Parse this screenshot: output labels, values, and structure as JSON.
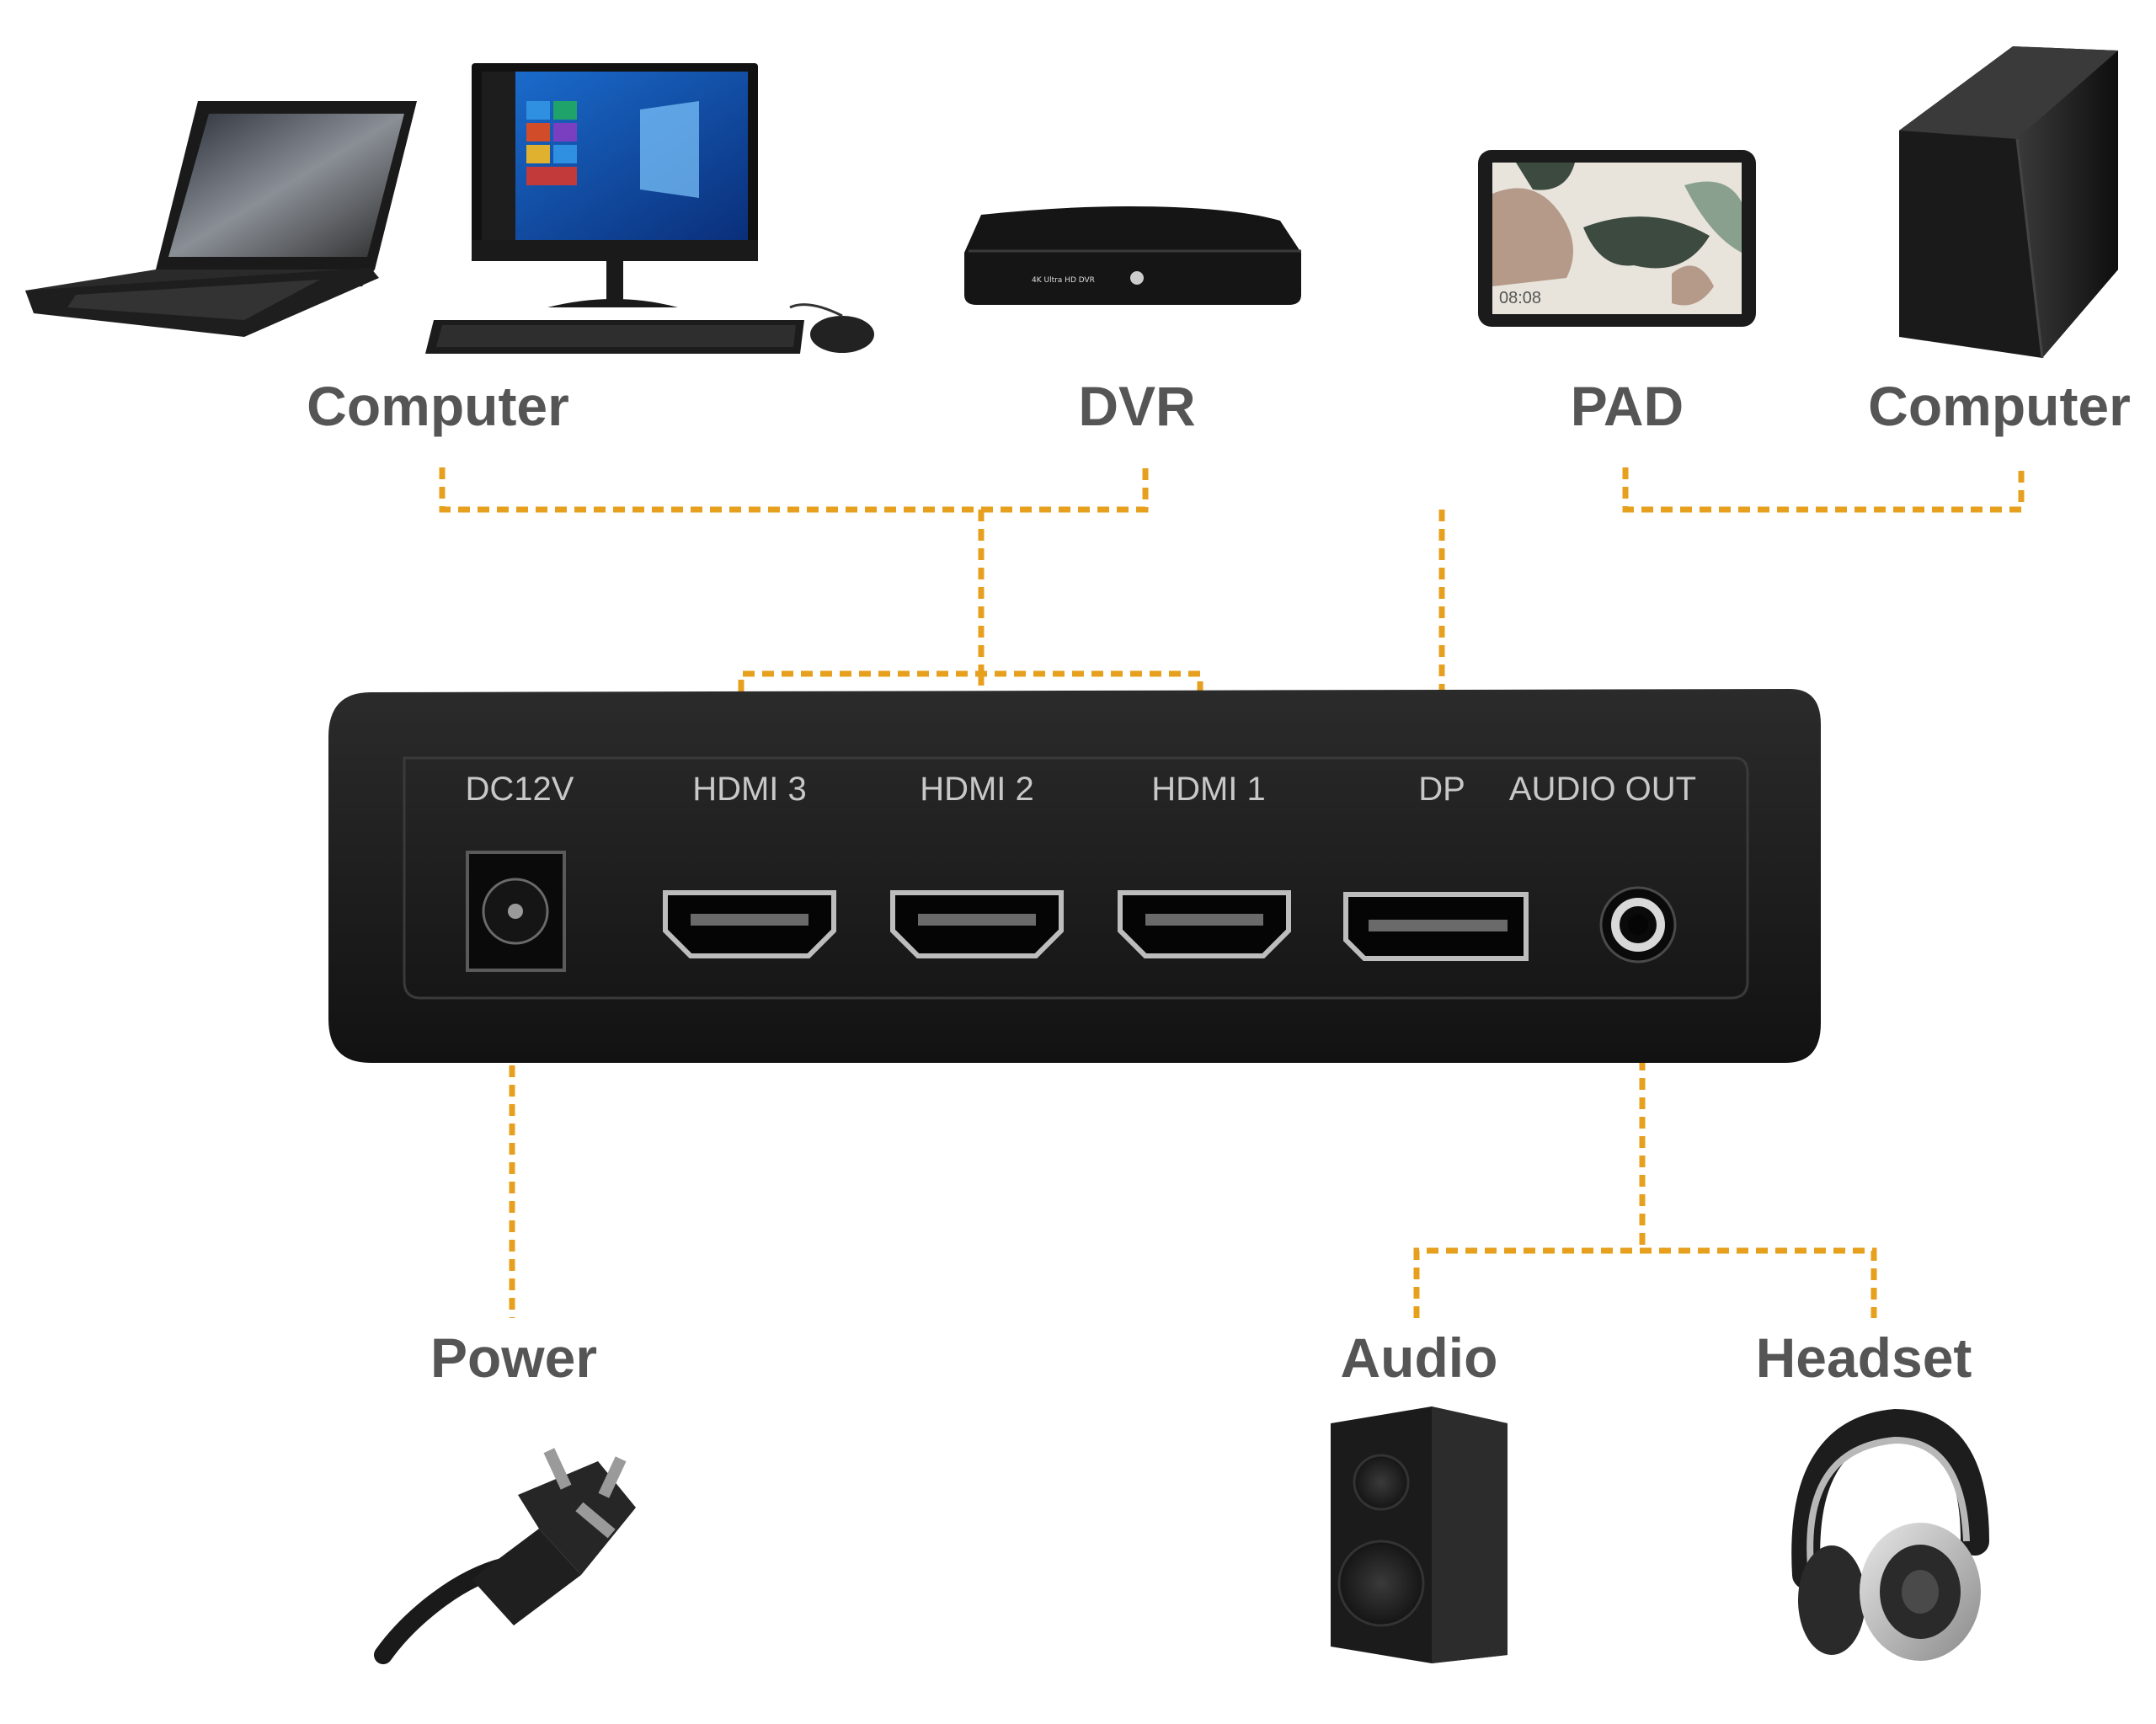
{
  "devices": {
    "source_left_computer": "Computer",
    "source_dvr": "DVR",
    "source_pad": "PAD",
    "source_right_computer": "Computer",
    "output_power": "Power",
    "output_audio": "Audio",
    "output_headset": "Headset"
  },
  "ports": {
    "dc": "DC12V",
    "hdmi3": "HDMI 3",
    "hdmi2": "HDMI 2",
    "hdmi1": "HDMI 1",
    "dp": "DP",
    "audio_out": "AUDIO OUT"
  },
  "small_print": {
    "dvr_model": "4K Ultra HD DVR",
    "tablet_clock": "08:08"
  },
  "colors": {
    "connector_line": "#e6a01e",
    "label_text": "#555555",
    "device_body": "#1c1c1c"
  },
  "icons": [
    "laptop-icon",
    "monitor-icon",
    "keyboard-icon",
    "mouse-icon",
    "dvr-icon",
    "tablet-icon",
    "tower-pc-icon",
    "power-plug-icon",
    "speaker-icon",
    "headphones-icon",
    "dc-jack-icon",
    "hdmi-port-icon",
    "displayport-icon",
    "audio-jack-icon"
  ]
}
